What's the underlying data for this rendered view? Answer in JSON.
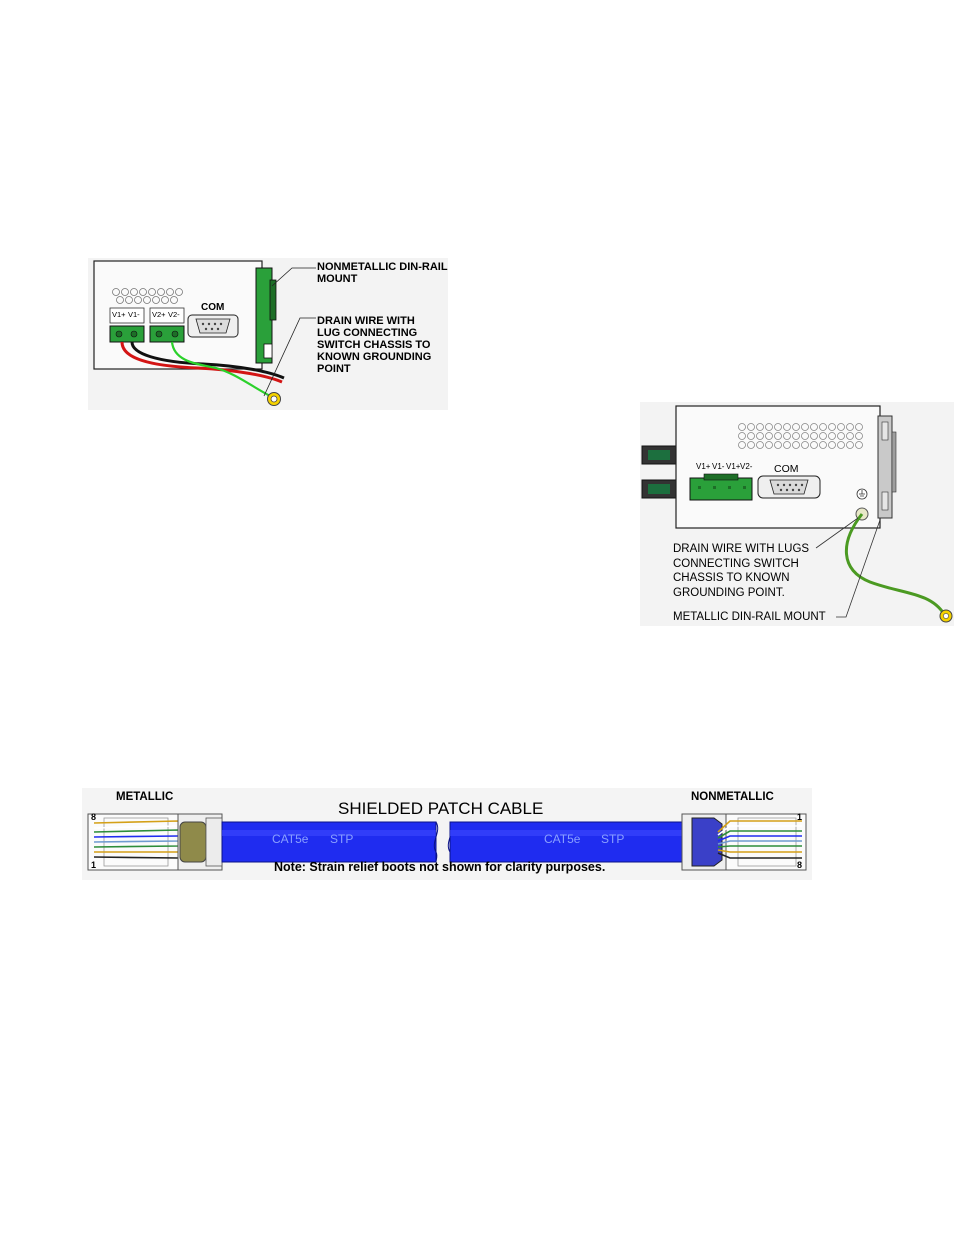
{
  "figure1": {
    "com_label": "COM",
    "terminal_labels": [
      "V1+",
      "V1-",
      "V2+",
      "V2-"
    ],
    "callout_mount": [
      "NONMETALLIC DIN-RAIL",
      "MOUNT"
    ],
    "callout_drain": [
      "DRAIN WIRE WITH",
      "LUG CONNECTING",
      "SWITCH CHASSIS TO",
      "KNOWN GROUNDING",
      "POINT"
    ]
  },
  "figure2": {
    "com_label": "COM",
    "terminal_labels": [
      "V1+",
      "V1-",
      "V1+",
      "V2-"
    ],
    "callout_drain": [
      "DRAIN WIRE WITH LUGS",
      "CONNECTING SWITCH",
      "CHASSIS TO KNOWN",
      "GROUNDING POINT."
    ],
    "callout_mount": "METALLIC DIN-RAIL MOUNT"
  },
  "figure3": {
    "title": "SHIELDED PATCH CABLE",
    "left_label": "METALLIC",
    "right_label": "NONMETALLIC",
    "cable_text_left": [
      "CAT5e",
      "STP"
    ],
    "cable_text_right": [
      "CAT5e",
      "STP"
    ],
    "note": "Note: Strain relief boots not shown for clarity purposes.",
    "pin_labels_left": [
      "8",
      "1"
    ],
    "pin_labels_right": [
      "1",
      "8"
    ],
    "colors": {
      "cable": "#1f2cf0",
      "ground_wire": "#2bd12b",
      "terminal": "#2aa03a"
    }
  }
}
